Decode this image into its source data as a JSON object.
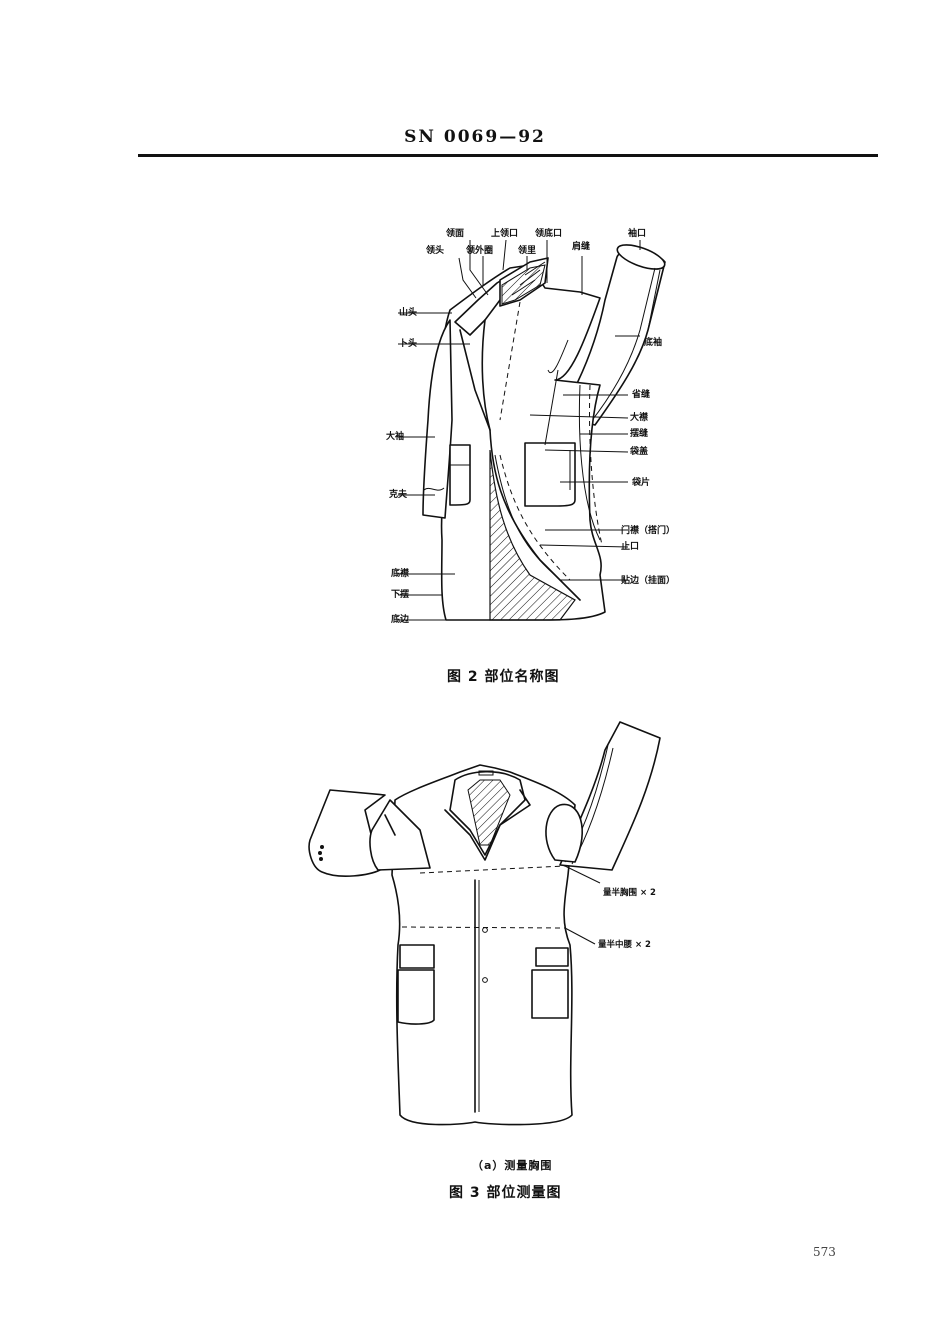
{
  "header": {
    "standard_code": "SN 0069—92"
  },
  "figure2": {
    "caption": "图 2  部位名称图",
    "labels_top": [
      {
        "id": "collar-face",
        "text": "领面"
      },
      {
        "id": "upper-collar-edge",
        "text": "上领口"
      },
      {
        "id": "collar-base-edge",
        "text": "领底口"
      },
      {
        "id": "cuff-opening",
        "text": "袖口"
      },
      {
        "id": "collar-tip",
        "text": "领头"
      },
      {
        "id": "collar-outer-edge",
        "text": "领外圈"
      },
      {
        "id": "collar-lining",
        "text": "领里"
      },
      {
        "id": "shoulder-seam",
        "text": "肩缝"
      }
    ],
    "labels_left": [
      {
        "id": "upper-lapel-point",
        "text": "山头"
      },
      {
        "id": "lower-lapel-point",
        "text": "卜头"
      },
      {
        "id": "upper-sleeve",
        "text": "大袖"
      },
      {
        "id": "cuff",
        "text": "克夫"
      },
      {
        "id": "under-front",
        "text": "底襟"
      },
      {
        "id": "lower-hem",
        "text": "下摆"
      },
      {
        "id": "bottom-edge",
        "text": "底边"
      }
    ],
    "labels_right": [
      {
        "id": "under-sleeve",
        "text": "底袖"
      },
      {
        "id": "dart-seam",
        "text": "省缝"
      },
      {
        "id": "outer-front",
        "text": "大襟"
      },
      {
        "id": "side-seam",
        "text": "摆缝"
      },
      {
        "id": "pocket-flap",
        "text": "袋盖"
      },
      {
        "id": "pocket-piece",
        "text": "袋片"
      },
      {
        "id": "front-placket",
        "text": "门襟（搭门）"
      },
      {
        "id": "stop-edge",
        "text": "止口"
      },
      {
        "id": "facing",
        "text": "贴边（挂面）"
      }
    ]
  },
  "figure3": {
    "subcaption": "（a）测量胸围",
    "caption": "图 3  部位测量图",
    "labels": [
      {
        "id": "half-chest",
        "text": "量半胸围 × 2"
      },
      {
        "id": "half-waist",
        "text": "量半中腰 × 2"
      }
    ]
  },
  "footer": {
    "page_number": "573"
  }
}
